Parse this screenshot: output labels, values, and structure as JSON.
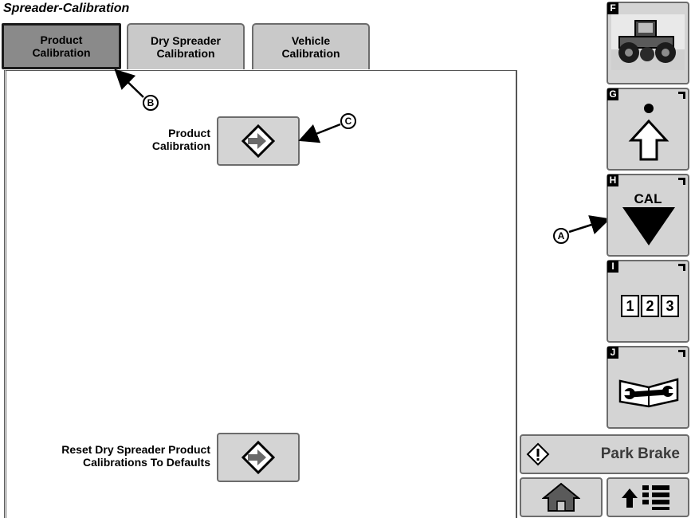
{
  "window": {
    "title": "Spreader-Calibration"
  },
  "tabs": [
    {
      "line1": "Product",
      "line2": "Calibration"
    },
    {
      "line1": "Dry Spreader",
      "line2": "Calibration"
    },
    {
      "line1": "Vehicle",
      "line2": "Calibration"
    }
  ],
  "main": {
    "product_calibration": {
      "line1": "Product",
      "line2": "Calibration"
    },
    "reset": {
      "line1": "Reset Dry Spreader Product",
      "line2": "Calibrations To Defaults"
    }
  },
  "callouts": {
    "a": "A",
    "b": "B",
    "c": "C"
  },
  "sidebar": {
    "letters": [
      "F",
      "G",
      "H",
      "I",
      "J"
    ],
    "cal_label": "CAL",
    "numbers": [
      "1",
      "2",
      "3"
    ]
  },
  "park_brake": {
    "label": "Park Brake"
  },
  "icons": {
    "tractor": "tractor-icon",
    "up_arrow": "up-arrow-icon",
    "cal_down": "cal-down-triangle-icon",
    "numeric": "numeric-123-icon",
    "manual": "wrench-book-icon",
    "enter": "enter-diamond-icon",
    "warning": "warning-diamond-icon",
    "home": "home-icon",
    "menu": "menu-up-icon"
  }
}
